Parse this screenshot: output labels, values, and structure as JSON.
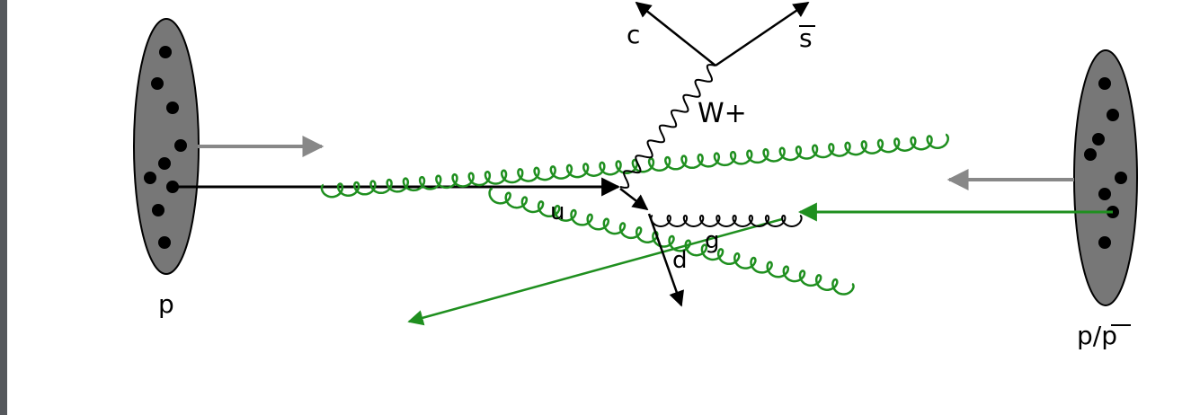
{
  "labels": {
    "c": "c",
    "sbar": "s",
    "w_plus": "W+",
    "u": "u",
    "g": "g",
    "d": "d",
    "beam_left": "p",
    "beam_right_p": "p/",
    "beam_right_pbar": "p"
  },
  "colors": {
    "proton_fill": "#777777",
    "gluon": "#1f8f1f",
    "beam_arrow": "#888888",
    "quark_line": "#000000",
    "edge_bar": "#55585c"
  },
  "icons": {
    "proton_left": "ellipse-with-dots",
    "proton_right": "ellipse-with-dots"
  }
}
